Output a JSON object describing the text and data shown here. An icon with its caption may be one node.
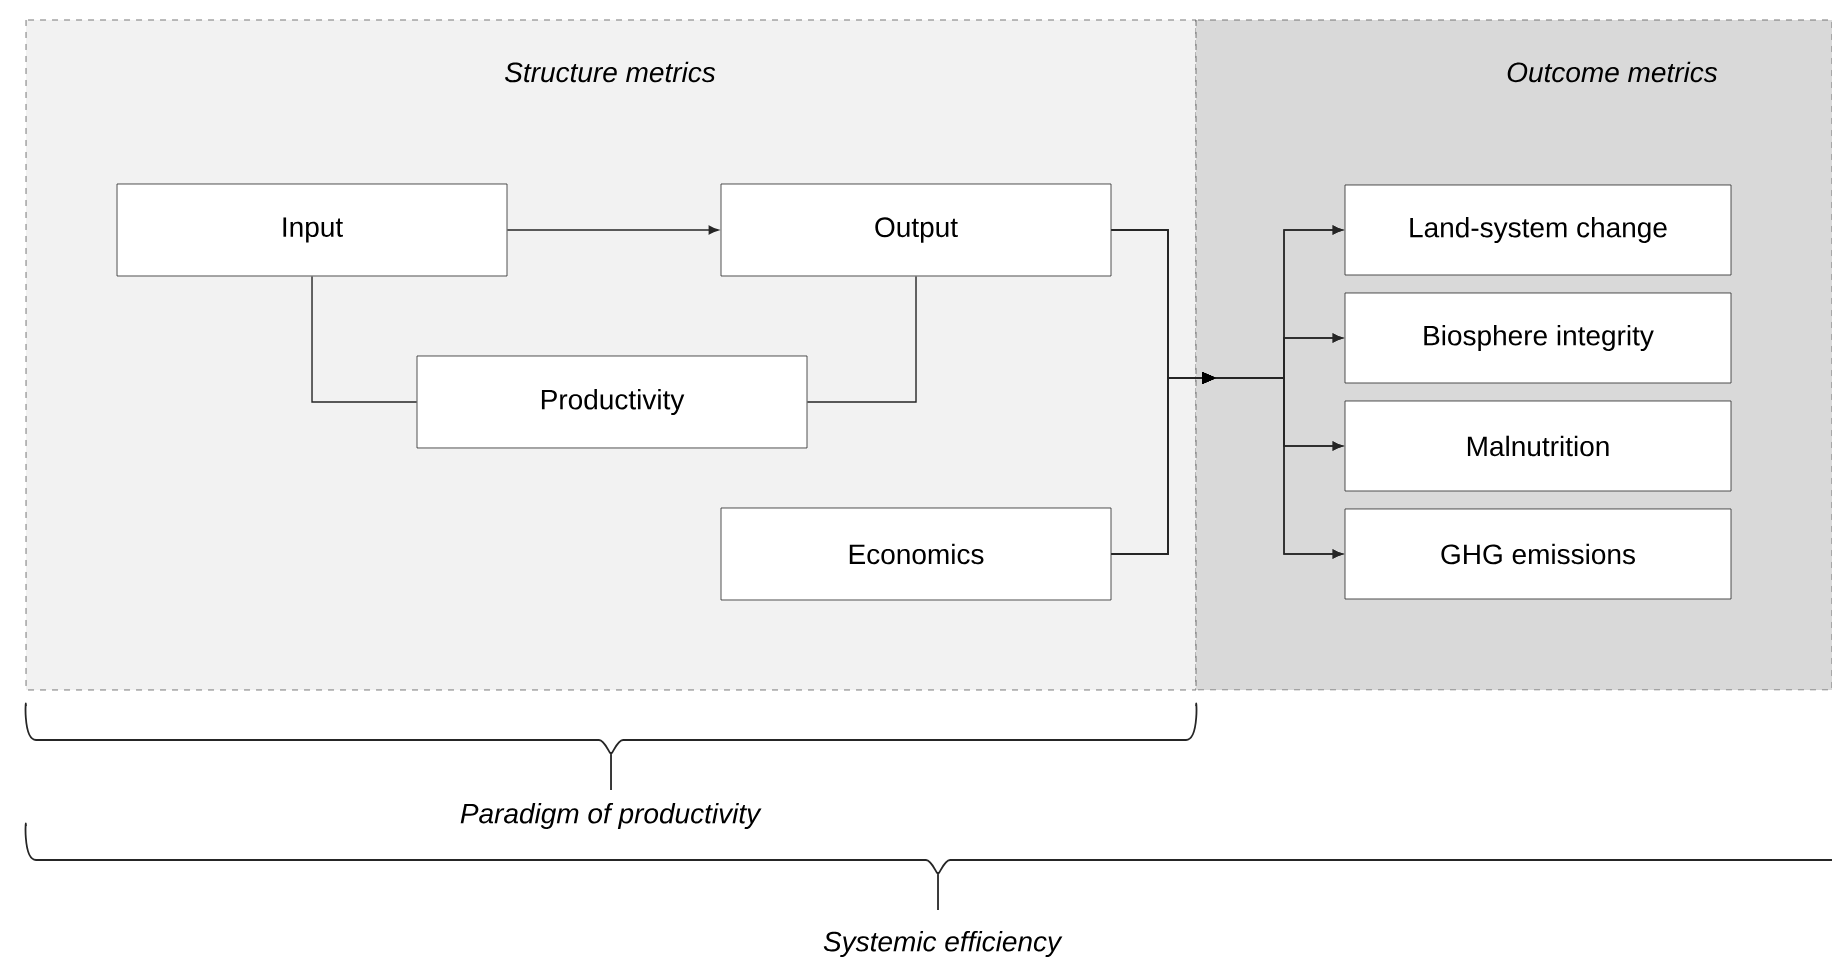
{
  "diagram": {
    "nodes": [
      {
        "text": [
          "Structure metrics"
        ]
      },
      {
        "text": [
          "Outcome metrics"
        ]
      },
      {
        "text": [
          "Input"
        ],
        "in": 0
      },
      {
        "text": [
          "Output"
        ],
        "in": 0
      },
      {
        "text": [
          "Productivity"
        ],
        "in": 0
      },
      {
        "text": [
          "Economics"
        ],
        "in": 0
      },
      {
        "text": [
          "Land-system change"
        ],
        "in": 1
      },
      {
        "text": [
          "Biosphere integrity"
        ],
        "in": 1
      },
      {
        "text": [
          "Malnutrition"
        ],
        "in": 1
      },
      {
        "text": [
          "GHG emissions"
        ],
        "in": 1
      }
    ],
    "edges": [
      {
        "from": 2,
        "to": 3,
        "arrow": "to"
      },
      {
        "from": 2,
        "to": 4,
        "arrow": "none"
      },
      {
        "from": 4,
        "to": 3,
        "arrow": "none"
      },
      {
        "from": 3,
        "to": 6,
        "arrow": "to"
      },
      {
        "from": 3,
        "to": 7,
        "arrow": "to"
      },
      {
        "from": 3,
        "to": 8,
        "arrow": "to"
      },
      {
        "from": 3,
        "to": 9,
        "arrow": "to"
      },
      {
        "from": 5,
        "to": 6,
        "arrow": "to"
      },
      {
        "from": 5,
        "to": 7,
        "arrow": "to"
      },
      {
        "from": 5,
        "to": 8,
        "arrow": "to"
      },
      {
        "from": 5,
        "to": 9,
        "arrow": "to"
      }
    ],
    "labels": [
      "Paradigm of productivity",
      "Systemic efficiency"
    ]
  }
}
